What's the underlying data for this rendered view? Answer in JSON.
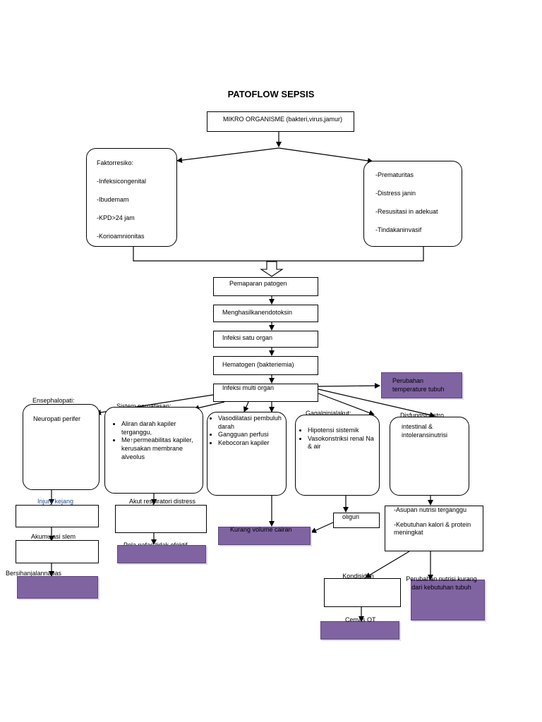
{
  "title": "PATOFLOW SEPSIS",
  "top": "MIKRO ORGANISME (bakteri,virus,jamur)",
  "left_risk": {
    "heading": "Faktorresiko:",
    "items": [
      "-Infeksicongenital",
      "-Ibudemam",
      "-KPD>24 jam",
      "-Korioamnionitas"
    ]
  },
  "right_risk": {
    "items": [
      "-Prematuritas",
      "-Distress janin",
      "-Resusitasi in adekuat",
      "-Tindakaninvasif"
    ]
  },
  "chain": [
    "Pemaparan patogen",
    "Menghasilkanendotoksin",
    "Infeksi satu organ",
    "Hematogen (bakteriemia)",
    "Infeksi multi organ"
  ],
  "temperature": "Perubahan temperature tubuh",
  "ensephalopati": {
    "heading": "Ensephalopati:",
    "text": "Neuropati perifer",
    "injury": "Injury kejang",
    "akumulasi": "Akumulasi slem",
    "bersihan": "Bersihanjalannapas"
  },
  "pernafasan": {
    "heading": "Sistem pernafasan:",
    "items": [
      "Aliran darah kapiler terganggu,",
      "Me↑permeabilitas kapiler, kerusakan membrane alveolus"
    ],
    "ards": "Akut respiratori distress sindrom",
    "pola": "Pola nafas tidak efektif"
  },
  "vaso": {
    "items": [
      "Vasodilatasi pembuluh darah",
      "Gangguan perfusi",
      "Kebocoran kapiler"
    ],
    "kurang": "Kurang volume cairan"
  },
  "ginjal": {
    "heading": "Gagalginjalakut:",
    "items": [
      "Hipotensi sistemik",
      "Vasokonstriksi renal Na & air"
    ],
    "oliguri": "oliguri"
  },
  "gastro": {
    "heading": "Disfungsigastro",
    "text": "intestinal & intoleransinutrisi",
    "asupan": "-Asupan nutrisi terganggu",
    "kebutuhan": "-Kebutuhan kalori & protein meningkat",
    "kondisi": "Kondisidan prognosisipenyakit",
    "cemas": "Cemas OT",
    "nutrisi": "Perubahan nutrisi kurang dari kebutuhan tubuh"
  }
}
